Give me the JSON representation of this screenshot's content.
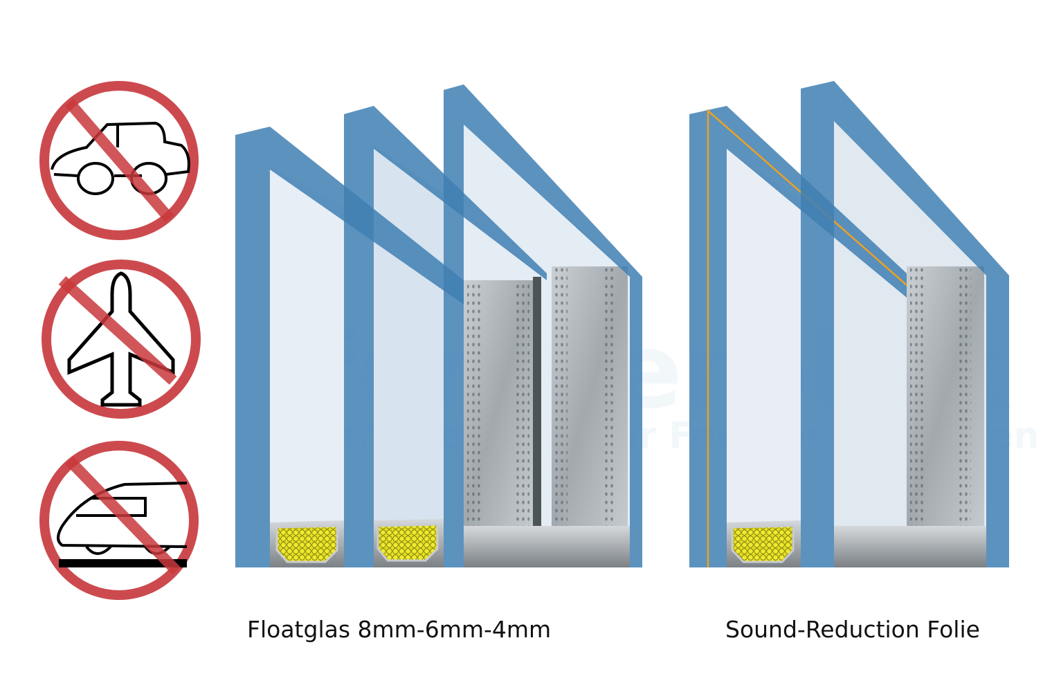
{
  "captions": {
    "left": "Floatglas 8mm-6mm-4mm",
    "right": "Sound-Reduction Folie"
  },
  "watermark": {
    "brand": "fensterblick",
    "tagline": "Ihr Spezialist für Fenster und Türen"
  },
  "icons": [
    "no-car-icon",
    "no-airplane-icon",
    "no-train-icon"
  ],
  "colors": {
    "glass_edge": "#3f7fb3",
    "glass_fill": "#e4ecf4",
    "prohibit_red": "#c9383c",
    "spacer_gray": "#a9b0b4",
    "desiccant_yellow": "#e8e020",
    "foil_orange": "#f0a020"
  }
}
